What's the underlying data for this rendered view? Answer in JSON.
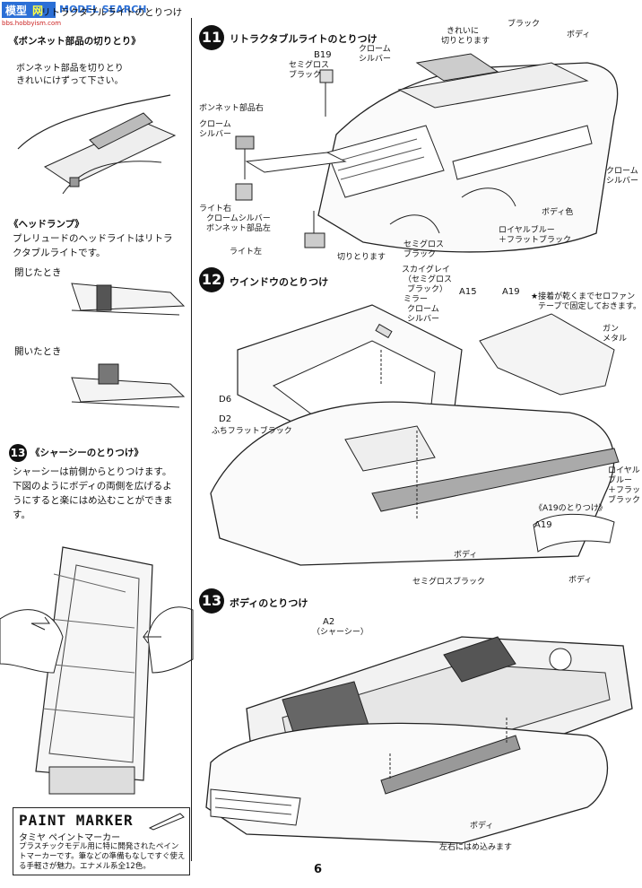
{
  "watermark": {
    "text": "MODEL SEARCH",
    "sub": "bbs.hobbyism.com"
  },
  "left": {
    "intro_line1": "リトラクタブルライトのとりつけ",
    "cut_heading": "《ボンネット部品の切りとり》",
    "cut_note1": "ボンネット部品を切りとり",
    "cut_note2": "きれいにけずって下さい。",
    "headlamp_heading": "《ヘッドランプ》",
    "headlamp_text1": "プレリュードのヘッドライトはリトラ",
    "headlamp_text2": "クタブルライトです。",
    "closed_label": "閉じたとき",
    "open_label": "開いたとき",
    "step13_num": "13",
    "step13_title": "《シャーシーのとりつけ》",
    "step13_text1": "シャーシーは前側からとりつけます。",
    "step13_text2": "下図のようにボディの両側を広げるよ",
    "step13_text3": "うにすると楽にはめ込むことができま",
    "step13_text4": "す。"
  },
  "paint_marker": {
    "title": "PAINT MARKER",
    "subtitle": "タミヤ ペイントマーカー",
    "body": "プラスチックモデル用に特に開発されたペイントマーカーです。筆などの準備もなしですぐ使える手軽さが魅力。エナメル系全12色。"
  },
  "step11": {
    "num": "11",
    "title": "リトラクタブルライトのとりつけ",
    "labels": {
      "b19": "B19",
      "semigloss_black1": "セミグロス",
      "semigloss_black2": "ブラック",
      "chrome_silver1": "クローム",
      "chrome_silver2": "シルバー",
      "clean_cut1": "きれいに",
      "clean_cut2": "切りとります",
      "black": "ブラック",
      "body": "ボディ",
      "bonnet_right": "ボンネット部品右",
      "chrome2_1": "クローム",
      "chrome2_2": "シルバー",
      "light_right": "ライト右",
      "chrome_silver_inline": "クロームシルバー",
      "bonnet_left": "ボンネット部品左",
      "light_left": "ライト左",
      "cut_off": "切りとります",
      "semigloss3_1": "セミグロス",
      "semigloss3_2": "ブラック",
      "body_color": "ボディ色",
      "royal_blue1": "ロイヤルブルー",
      "royal_blue2": "＋フラットブラック",
      "chrome3_1": "クローム",
      "chrome3_2": "シルバー"
    }
  },
  "step12": {
    "num": "12",
    "title": "ウインドウのとりつけ",
    "labels": {
      "sky_grey1": "スカイグレイ",
      "sky_grey2": "（セミグロス",
      "sky_grey3": "ブラック）",
      "mirror1": "ミラー",
      "mirror2": "クローム",
      "mirror3": "シルバー",
      "a15": "A15",
      "a19": "A19",
      "tape_note1": "★接着が乾くまでセロファン",
      "tape_note2": "テープで固定しておきます。",
      "gunmetal1": "ガン",
      "gunmetal2": "メタル",
      "d6": "D6",
      "d2": "D2",
      "frame_black": "ふちフラットブラック",
      "royal1": "ロイヤル",
      "royal2": "ブルー",
      "royal3": "＋フラット",
      "royal4": "ブラック",
      "a19_mount": "《A19のとりつけ》",
      "a19_b": "A19",
      "body_a": "ボディ",
      "body_b": "ボディ",
      "semigloss_black": "セミグロスブラック"
    }
  },
  "step13b": {
    "num": "13",
    "title": "ボディのとりつけ",
    "labels": {
      "a2": "A2",
      "chassis": "（シャーシー）",
      "body": "ボディ",
      "both_sides": "左右にはめ込みます"
    }
  },
  "page_number": "6"
}
